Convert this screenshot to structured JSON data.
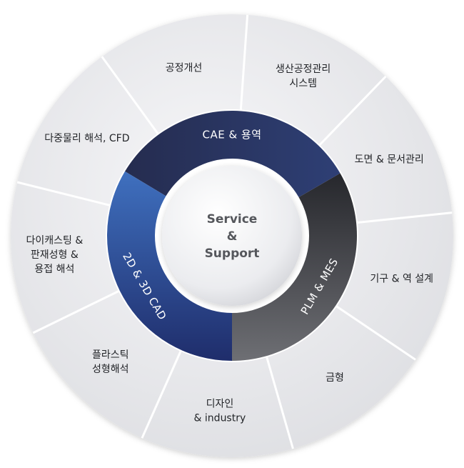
{
  "segments": [
    {
      "id": "diecasting",
      "lines": [
        "다이캐스팅 &",
        "판재성형 &",
        "용접 해석"
      ]
    },
    {
      "id": "multiphysics",
      "lines": [
        "다중물리 해석, CFD"
      ]
    },
    {
      "id": "process",
      "lines": [
        "공정개선"
      ]
    },
    {
      "id": "production",
      "lines": [
        "생산공정관리",
        "시스템"
      ]
    },
    {
      "id": "drawing",
      "lines": [
        "도면 & 문서관리"
      ]
    },
    {
      "id": "mechanism",
      "lines": [
        "기구 & 역 설계"
      ]
    },
    {
      "id": "mold",
      "lines": [
        "금형"
      ]
    },
    {
      "id": "design",
      "lines": [
        "디자인",
        "& industry"
      ]
    },
    {
      "id": "plastic",
      "lines": [
        "플라스틱",
        "성형해석"
      ]
    }
  ],
  "ring": [
    {
      "id": "cae",
      "label": "CAE & 용역",
      "color": "#28355f"
    },
    {
      "id": "plm",
      "label": "PLM & MES",
      "color": "#3c3d42"
    },
    {
      "id": "cad",
      "label": "2D & 3D CAD",
      "color": "#2d4f96"
    }
  ],
  "center": {
    "lines": [
      "Service",
      "&",
      "Support"
    ]
  }
}
